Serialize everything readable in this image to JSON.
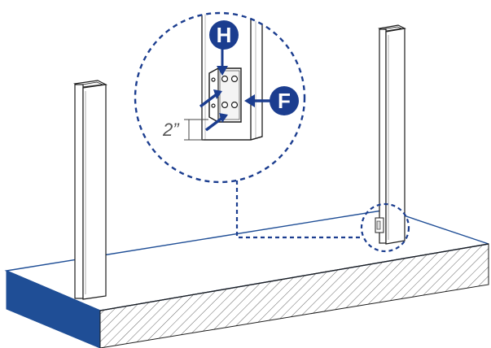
{
  "diagram": {
    "callouts": [
      {
        "label": "H",
        "meaning": "bracket-hole-marker"
      },
      {
        "label": "F",
        "meaning": "bracket-marker"
      }
    ],
    "dimension_label": "2”",
    "colors": {
      "callout_fill": "#1b3d8f",
      "deck_edge_blue": "#1f4e96",
      "line": "#1d1d1d",
      "dash": "#1b3d8f"
    }
  }
}
